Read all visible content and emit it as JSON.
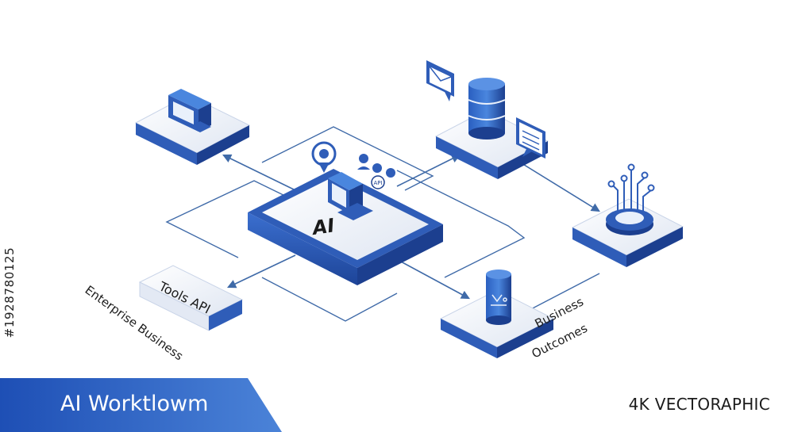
{
  "center": {
    "label": "AI",
    "api_badge": "API"
  },
  "labels": {
    "tools": "Tools API",
    "enterprise": "Enterprise Business",
    "business": "Business",
    "outcomes": "Outcomes"
  },
  "footer": {
    "title": "AI Worktlowm",
    "brand": "4K VECTORAPHIC",
    "stock_id": "#1928780125"
  },
  "colors": {
    "primary": "#2f5db8",
    "dark": "#1c3f8f",
    "light": "#e9f0fb",
    "line": "#3f6aa8"
  }
}
